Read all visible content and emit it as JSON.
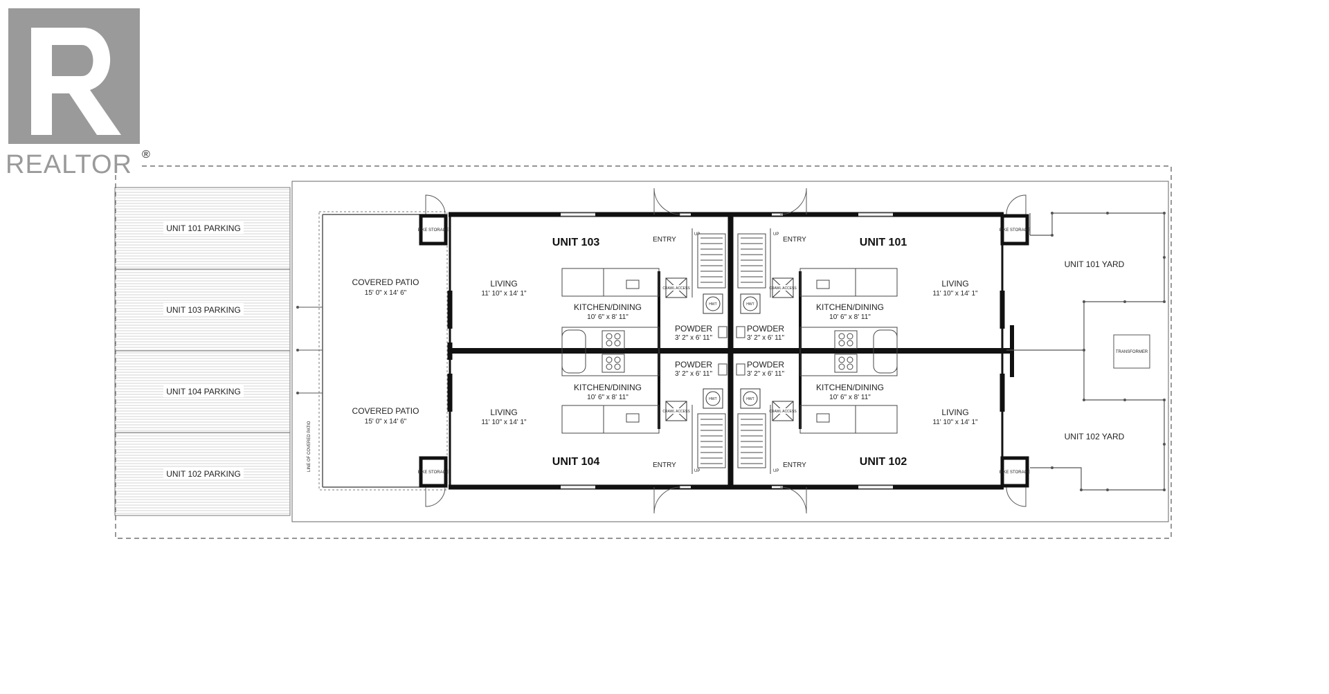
{
  "logo": {
    "text": "REALTOR",
    "mark": "®"
  },
  "parking": [
    {
      "label": "UNIT 101 PARKING"
    },
    {
      "label": "UNIT 103 PARKING"
    },
    {
      "label": "UNIT 104 PARKING"
    },
    {
      "label": "UNIT 102 PARKING"
    }
  ],
  "patio_top": {
    "label": "COVERED PATIO",
    "dim": "15' 0\" x 14' 6\""
  },
  "patio_bottom": {
    "label": "COVERED PATIO",
    "dim": "15' 0\" x 14' 6\""
  },
  "patio_line_note": "LINE OF COVERED PATIO",
  "bike_storage": "BIKE STORAGE",
  "units": {
    "u103": "UNIT 103",
    "u101": "UNIT 101",
    "u104": "UNIT 104",
    "u102": "UNIT 102"
  },
  "rooms": {
    "living_label": "LIVING",
    "living_dim": "11' 10\" x 14' 1\"",
    "kitchen_label": "KITCHEN/DINING",
    "kitchen_dim": "10' 6\" x 8' 11\"",
    "powder_label": "POWDER",
    "powder_dim": "3' 2\" x 6' 11\"",
    "entry": "ENTRY",
    "up": "UP",
    "crawl": "CRAWL ACCESS",
    "hwt": "HWT"
  },
  "yards": {
    "yard_101": "UNIT 101 YARD",
    "yard_102": "UNIT 102 YARD",
    "transformer": "TRANSFORMER"
  },
  "colors": {
    "logo": "#9a9a9a",
    "wall": "#111111",
    "line": "#555555"
  }
}
